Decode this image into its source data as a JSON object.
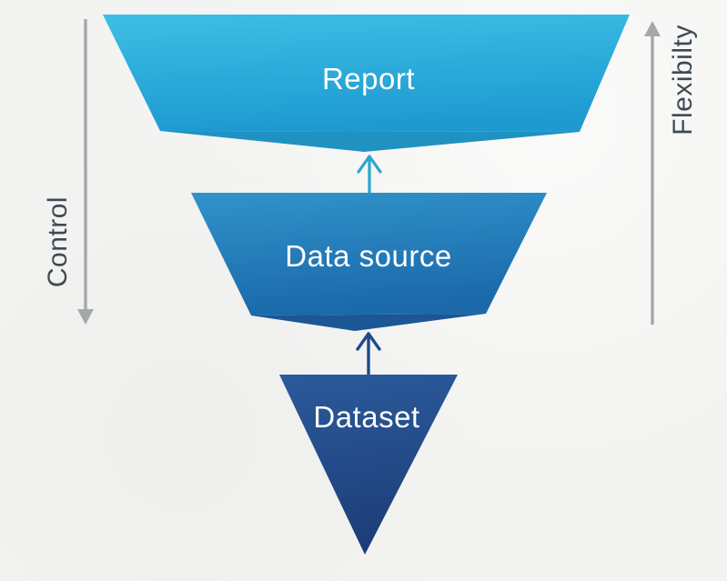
{
  "background_color": "#f3f3f1",
  "funnel": {
    "label_color": "#ffffff",
    "layers": [
      {
        "label": "Report",
        "color_top": "#3cbfe5",
        "color_bottom": "#1e9ad1",
        "fold_color": "#1f92c2"
      },
      {
        "label": "Data source",
        "color_top": "#3093ca",
        "color_bottom": "#1b69aa",
        "fold_color": "#1a5794"
      },
      {
        "label": "Dataset",
        "color_top": "#2b5a9b",
        "color_bottom": "#1d3d78"
      }
    ],
    "connectors": [
      {
        "from": "Data source",
        "to": "Report",
        "direction": "up",
        "color": "#2aa6cb"
      },
      {
        "from": "Dataset",
        "to": "Data source",
        "direction": "up",
        "color": "#1d4b8a"
      }
    ]
  },
  "axes": {
    "line_color": "#a4a8ab",
    "text_color": "#3e4a54",
    "left": {
      "label": "Control",
      "direction": "down"
    },
    "right": {
      "label": "Flexibilty",
      "direction": "up"
    }
  }
}
